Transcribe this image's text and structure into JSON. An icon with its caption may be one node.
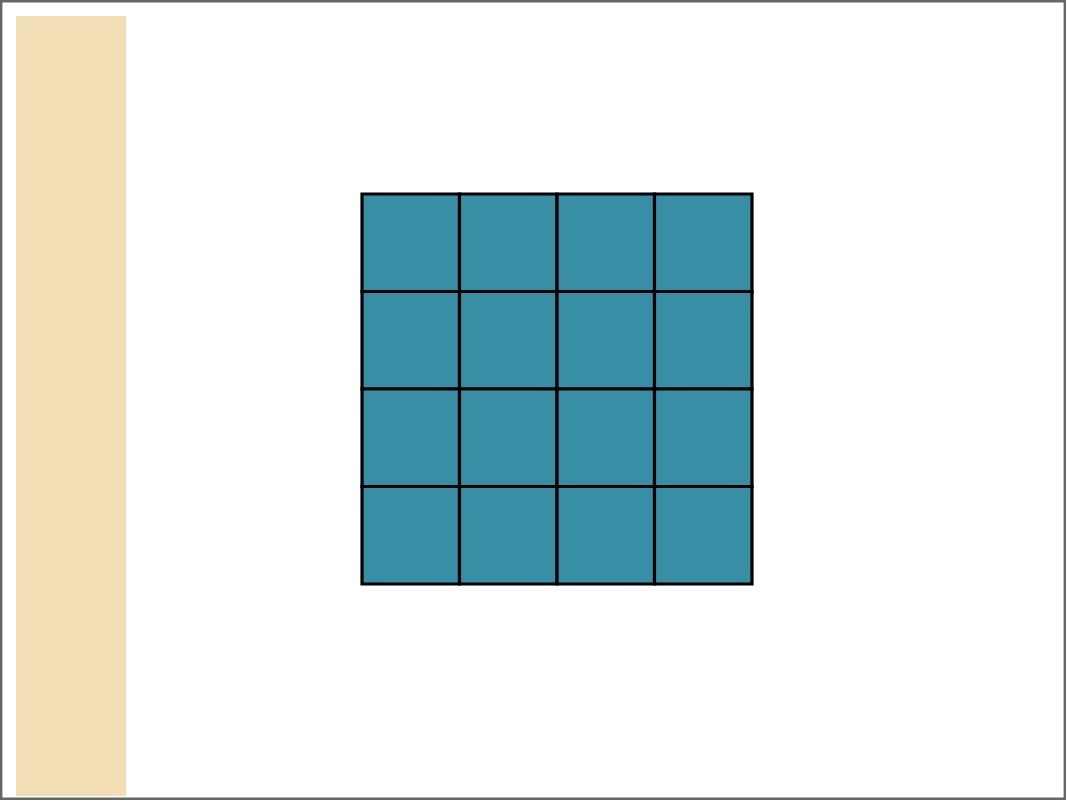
{
  "diagram": {
    "nodes": [
      {
        "text": [],
        "shape": "box"
      },
      {
        "text": [],
        "shape": "box"
      },
      {
        "text": [],
        "shape": "box"
      },
      {
        "text": [],
        "shape": "box"
      },
      {
        "text": [],
        "shape": "box"
      },
      {
        "text": [],
        "shape": "box"
      },
      {
        "text": [],
        "shape": "box"
      },
      {
        "text": [],
        "shape": "box"
      },
      {
        "text": [],
        "shape": "box"
      },
      {
        "text": [],
        "shape": "box"
      },
      {
        "text": [],
        "shape": "box"
      },
      {
        "text": [],
        "shape": "box"
      },
      {
        "text": [],
        "shape": "box"
      },
      {
        "text": [],
        "shape": "box"
      },
      {
        "text": [],
        "shape": "box"
      },
      {
        "text": [],
        "shape": "box"
      }
    ]
  }
}
